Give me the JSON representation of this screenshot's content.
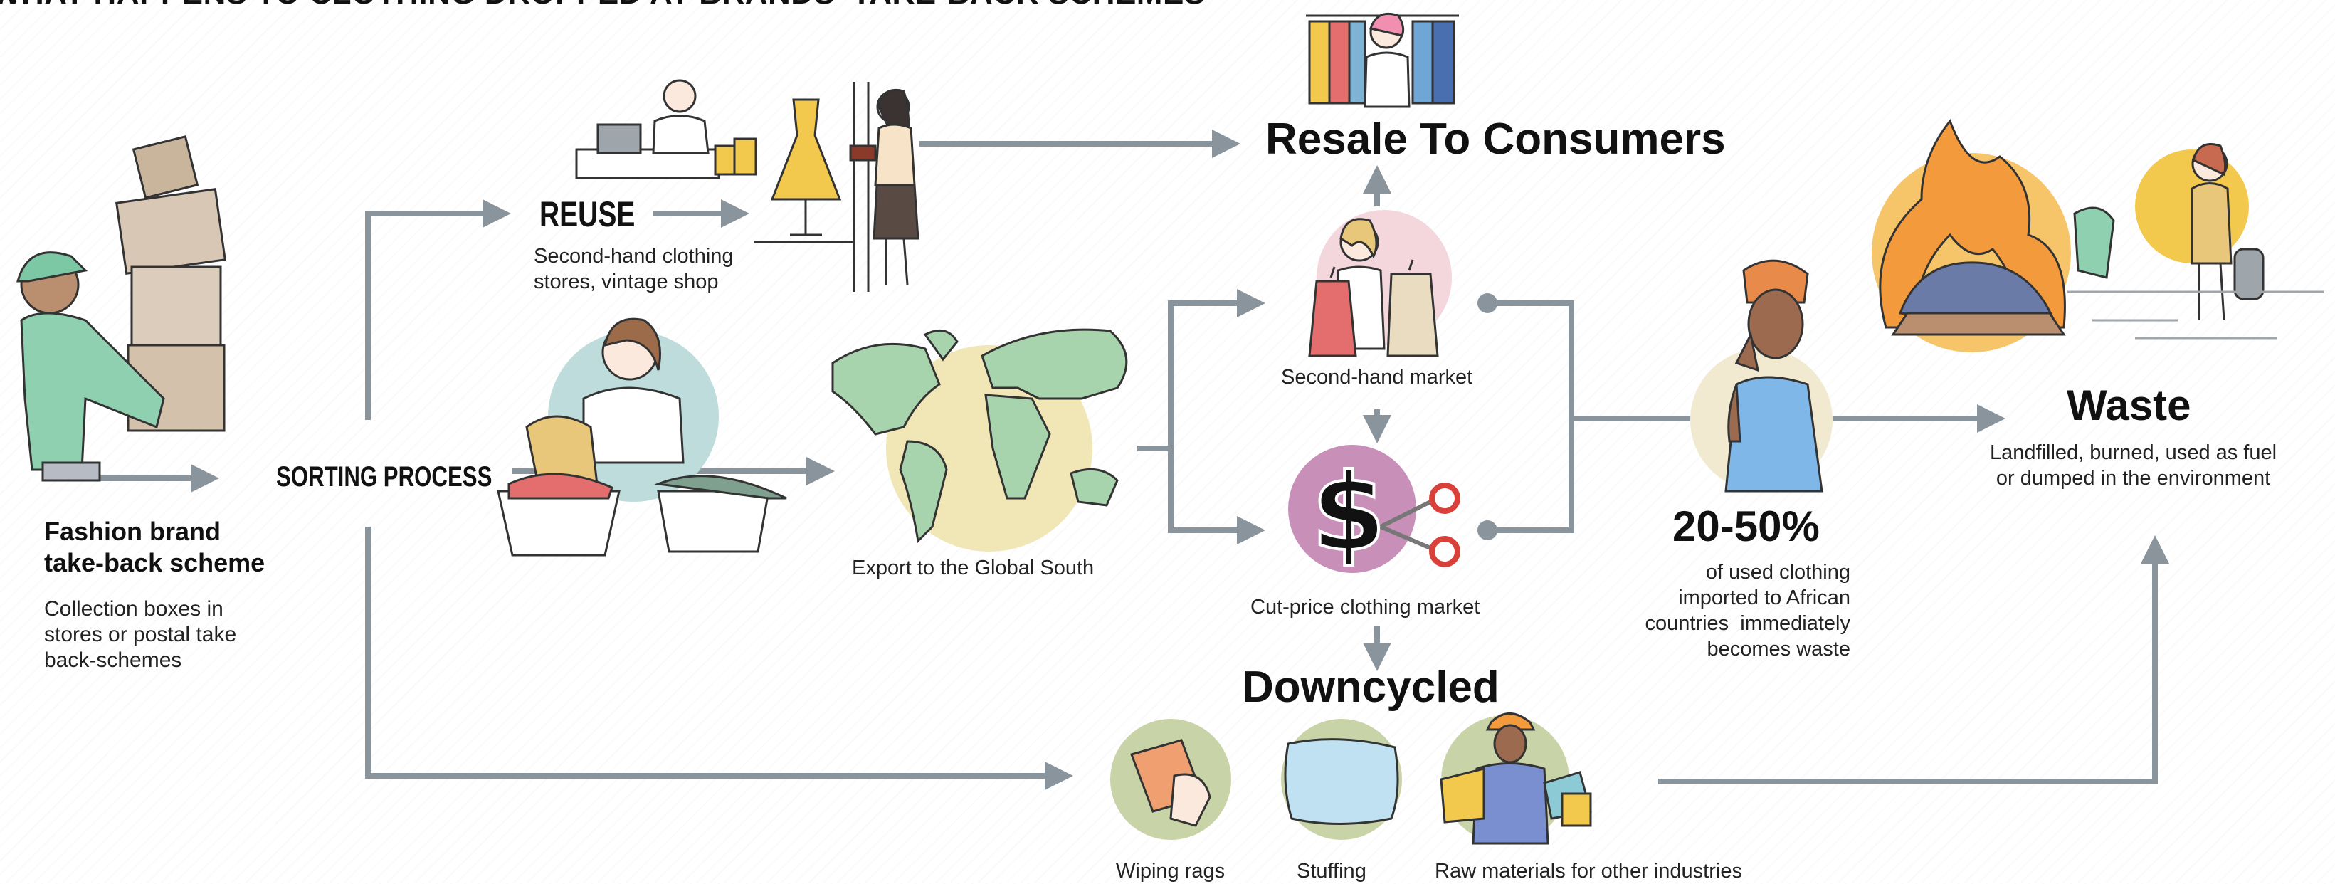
{
  "title": "WHAT HAPPENS TO CLOTHING DROPPED AT BRANDS' TAKE-BACK SCHEMES",
  "colors": {
    "arrow": "#8a949c",
    "box": "#d8c7b4",
    "shirt": "#8fd0b0",
    "map_land": "#a8d4ad",
    "map_bg": "#eee3b0",
    "globe_bg": "#f0e6b6",
    "teal_circle": "#bfdcdc",
    "pink_circle": "#f3d7dd",
    "purple_circle": "#c890b8",
    "olive_circle": "#c9d3a8",
    "yellow_circle": "#f2c94c",
    "fire": "#f39a3c"
  },
  "nodes": {
    "takeback": {
      "title_line1": "Fashion brand",
      "title_line2": "take-back scheme",
      "desc_line1": "Collection boxes in",
      "desc_line2": "stores or postal take",
      "desc_line3": "back-schemes"
    },
    "sorting": {
      "label": "SORTING PROCESS"
    },
    "reuse": {
      "label": "REUSE",
      "desc_line1": "Second-hand clothing",
      "desc_line2": "stores, vintage shop"
    },
    "resale": {
      "label": "Resale To Consumers"
    },
    "export": {
      "label": "Export to the Global South"
    },
    "secondhand": {
      "label": "Second-hand market"
    },
    "cutprice": {
      "label": "Cut-price clothing market",
      "symbol": "$"
    },
    "downcycled": {
      "label": "Downcycled",
      "rags": "Wiping rags",
      "stuffing": "Stuffing",
      "raw": "Raw materials for other industries"
    },
    "stat": {
      "value": "20-50%",
      "desc_line1": "of used clothing",
      "desc_line2": "imported to African",
      "desc_line3": "countries  immediately",
      "desc_line4": "becomes waste"
    },
    "waste": {
      "label": "Waste",
      "desc_line1": "Landfilled, burned, used as fuel",
      "desc_line2": "or dumped in the environment"
    }
  }
}
